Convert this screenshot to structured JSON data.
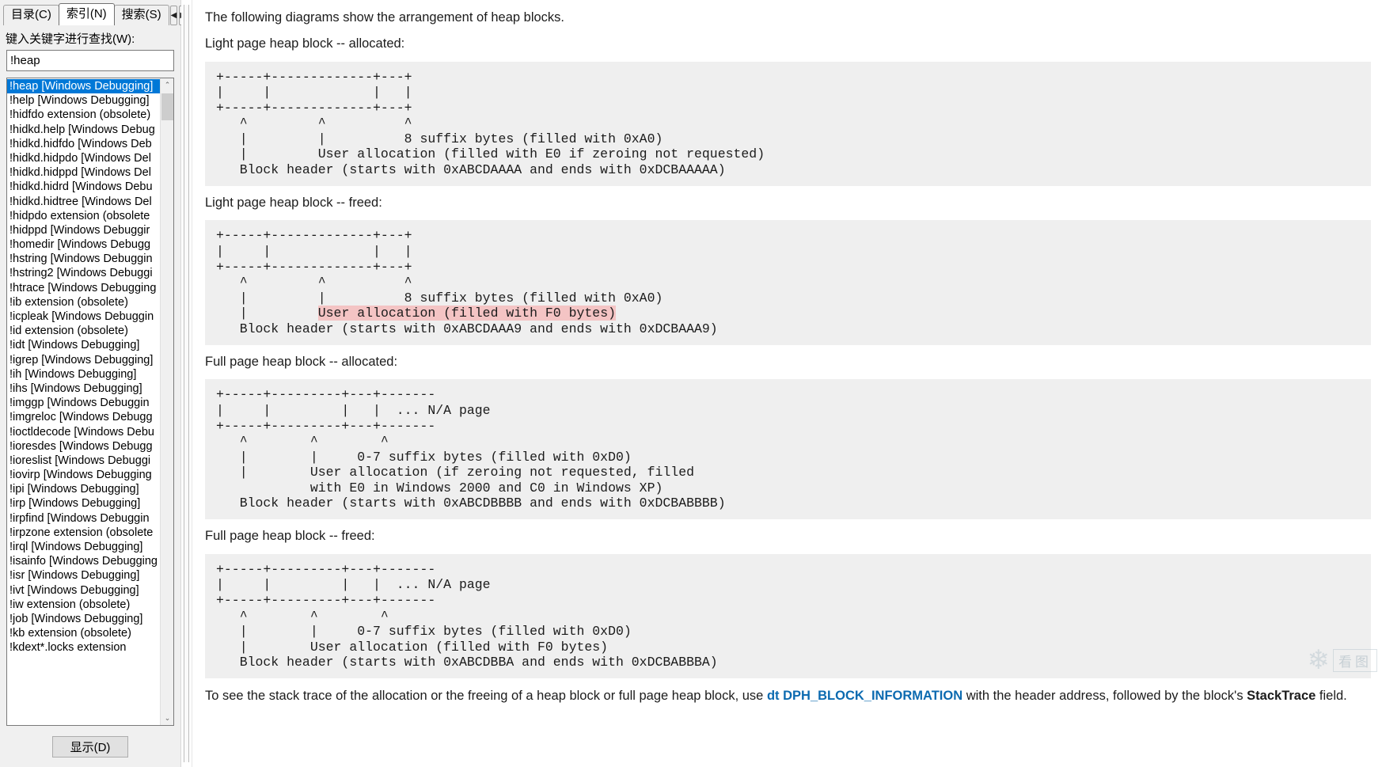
{
  "nav": {
    "tabs": [
      {
        "label": "目录(C)",
        "accel": "C",
        "active": false,
        "name": "tab-contents"
      },
      {
        "label": "索引(N)",
        "accel": "N",
        "active": true,
        "name": "tab-index"
      },
      {
        "label": "搜索(S)",
        "accel": "S",
        "active": false,
        "name": "tab-search"
      }
    ],
    "tab_prev_icon": "◀",
    "tab_next_icon": "▶",
    "keyword_label": "键入关键字进行查找(W):",
    "keyword_value": "!heap",
    "keyword_placeholder": "",
    "display_button": "显示(D)",
    "scroll_up_icon": "⌃",
    "scroll_down_icon": "⌄",
    "selected_index": 0,
    "items": [
      "!heap [Windows Debugging]",
      "!help [Windows Debugging]",
      "!hidfdo extension (obsolete)",
      "!hidkd.help [Windows Debug",
      "!hidkd.hidfdo [Windows Deb",
      "!hidkd.hidpdo [Windows Del",
      "!hidkd.hidppd [Windows Del",
      "!hidkd.hidrd [Windows Debu",
      "!hidkd.hidtree [Windows Del",
      "!hidpdo extension (obsolete",
      "!hidppd [Windows Debuggir",
      "!homedir [Windows Debugg",
      "!hstring [Windows Debuggin",
      "!hstring2 [Windows Debuggi",
      "!htrace [Windows Debugging",
      "!ib extension (obsolete)",
      "!icpleak [Windows Debuggin",
      "!id extension (obsolete)",
      "!idt [Windows Debugging]",
      "!igrep [Windows Debugging]",
      "!ih [Windows Debugging]",
      "!ihs [Windows Debugging]",
      "!imggp [Windows Debuggin",
      "!imgreloc [Windows Debugg",
      "!ioctldecode [Windows Debu",
      "!ioresdes [Windows Debugg",
      "!ioreslist [Windows Debuggi",
      "!iovirp [Windows Debugging",
      "!ipi [Windows Debugging]",
      "!irp [Windows Debugging]",
      "!irpfind [Windows Debuggin",
      "!irpzone extension (obsolete",
      "!irql [Windows Debugging]",
      "!isainfo [Windows Debugging",
      "!isr [Windows Debugging]",
      "!ivt [Windows Debugging]",
      "!iw extension (obsolete)",
      "!job [Windows Debugging]",
      "!kb extension (obsolete)",
      "!kdext*.locks extension"
    ]
  },
  "doc": {
    "intro": "The following diagrams show the arrangement of heap blocks.",
    "section1_caption": "Light page heap block -- allocated:",
    "section1_code_pre": "+-----+-------------+---+\n|     |             |   |\n+-----+-------------+---+\n   ^         ^          ^\n   |         |          8 suffix bytes (filled with 0xA0)\n   |         User allocation (filled with E0 if zeroing not requested)\n   Block header (starts with 0xABCDAAAA and ends with 0xDCBAAAAA)",
    "section2_caption": "Light page heap block -- freed:",
    "section2_code_part1": "+-----+-------------+---+\n|     |             |   |\n+-----+-------------+---+\n   ^         ^          ^\n   |         |          8 suffix bytes (filled with 0xA0)\n   |         ",
    "section2_code_highlight": "User allocation (filled with F0 bytes)",
    "section2_code_part2": "\n   Block header (starts with 0xABCDAAA9 and ends with 0xDCBAAA9)",
    "section3_caption": "Full page heap block -- allocated:",
    "section3_code": "+-----+---------+---+-------\n|     |         |   |  ... N/A page\n+-----+---------+---+-------\n   ^        ^        ^\n   |        |     0-7 suffix bytes (filled with 0xD0)\n   |        User allocation (if zeroing not requested, filled\n            with E0 in Windows 2000 and C0 in Windows XP)\n   Block header (starts with 0xABCDBBBB and ends with 0xDCBABBBB)",
    "section4_caption": "Full page heap block -- freed:",
    "section4_code": "+-----+---------+---+-------\n|     |         |   |  ... N/A page\n+-----+---------+---+-------\n   ^        ^        ^\n   |        |     0-7 suffix bytes (filled with 0xD0)\n   |        User allocation (filled with F0 bytes)\n   Block header (starts with 0xABCDBBA and ends with 0xDCBABBBA)",
    "outro_part1": "To see the stack trace of the allocation or the freeing of a heap block or full page heap block, use ",
    "outro_link": "dt DPH_BLOCK_INFORMATION",
    "outro_part2": " with the header address, followed by the block's ",
    "outro_bold": "StackTrace",
    "outro_part3": " field."
  },
  "watermark": {
    "flake": "❄",
    "text": "看图"
  },
  "colors": {
    "selection": "#0078d7",
    "code_bg": "#efefef",
    "highlight": "#f4c4c4",
    "link": "#0b6ab0"
  }
}
